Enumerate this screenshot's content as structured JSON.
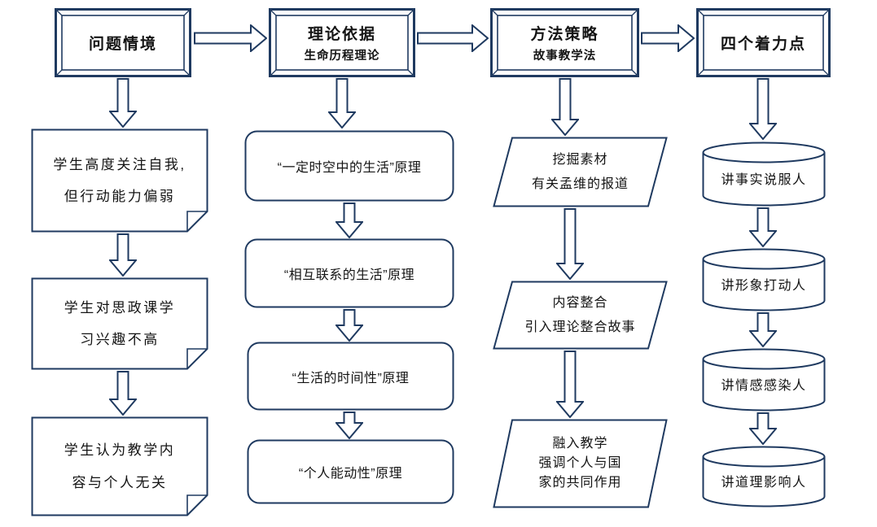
{
  "colors": {
    "stroke": "#1f3a60",
    "text": "#141414",
    "fill": "#ffffff"
  },
  "columns": [
    {
      "header": {
        "title": "问题情境"
      },
      "items": [
        {
          "lines": [
            "学生高度关注自我,",
            "但行动能力偏弱"
          ]
        },
        {
          "lines": [
            "学生对思政课学",
            "习兴趣不高"
          ]
        },
        {
          "lines": [
            "学生认为教学内",
            "容与个人无关"
          ]
        }
      ]
    },
    {
      "header": {
        "title": "理论依据",
        "subtitle": "生命历程理论"
      },
      "items": [
        {
          "lines": [
            "“一定时空中的生活”原理"
          ]
        },
        {
          "lines": [
            "“相互联系的生活”原理"
          ]
        },
        {
          "lines": [
            "“生活的时间性”原理"
          ]
        },
        {
          "lines": [
            "“个人能动性”原理"
          ]
        }
      ]
    },
    {
      "header": {
        "title": "方法策略",
        "subtitle": "故事教学法"
      },
      "items": [
        {
          "lines": [
            "挖掘素材",
            "有关孟维的报道"
          ]
        },
        {
          "lines": [
            "内容整合",
            "引入理论整合故事"
          ]
        },
        {
          "lines": [
            "融入教学",
            "强调个人与国",
            "家的共同作用"
          ]
        }
      ]
    },
    {
      "header": {
        "title": "四个着力点"
      },
      "items": [
        {
          "lines": [
            "讲事实说服人"
          ]
        },
        {
          "lines": [
            "讲形象打动人"
          ]
        },
        {
          "lines": [
            "讲情感感染人"
          ]
        },
        {
          "lines": [
            "讲道理影响人"
          ]
        }
      ]
    }
  ]
}
